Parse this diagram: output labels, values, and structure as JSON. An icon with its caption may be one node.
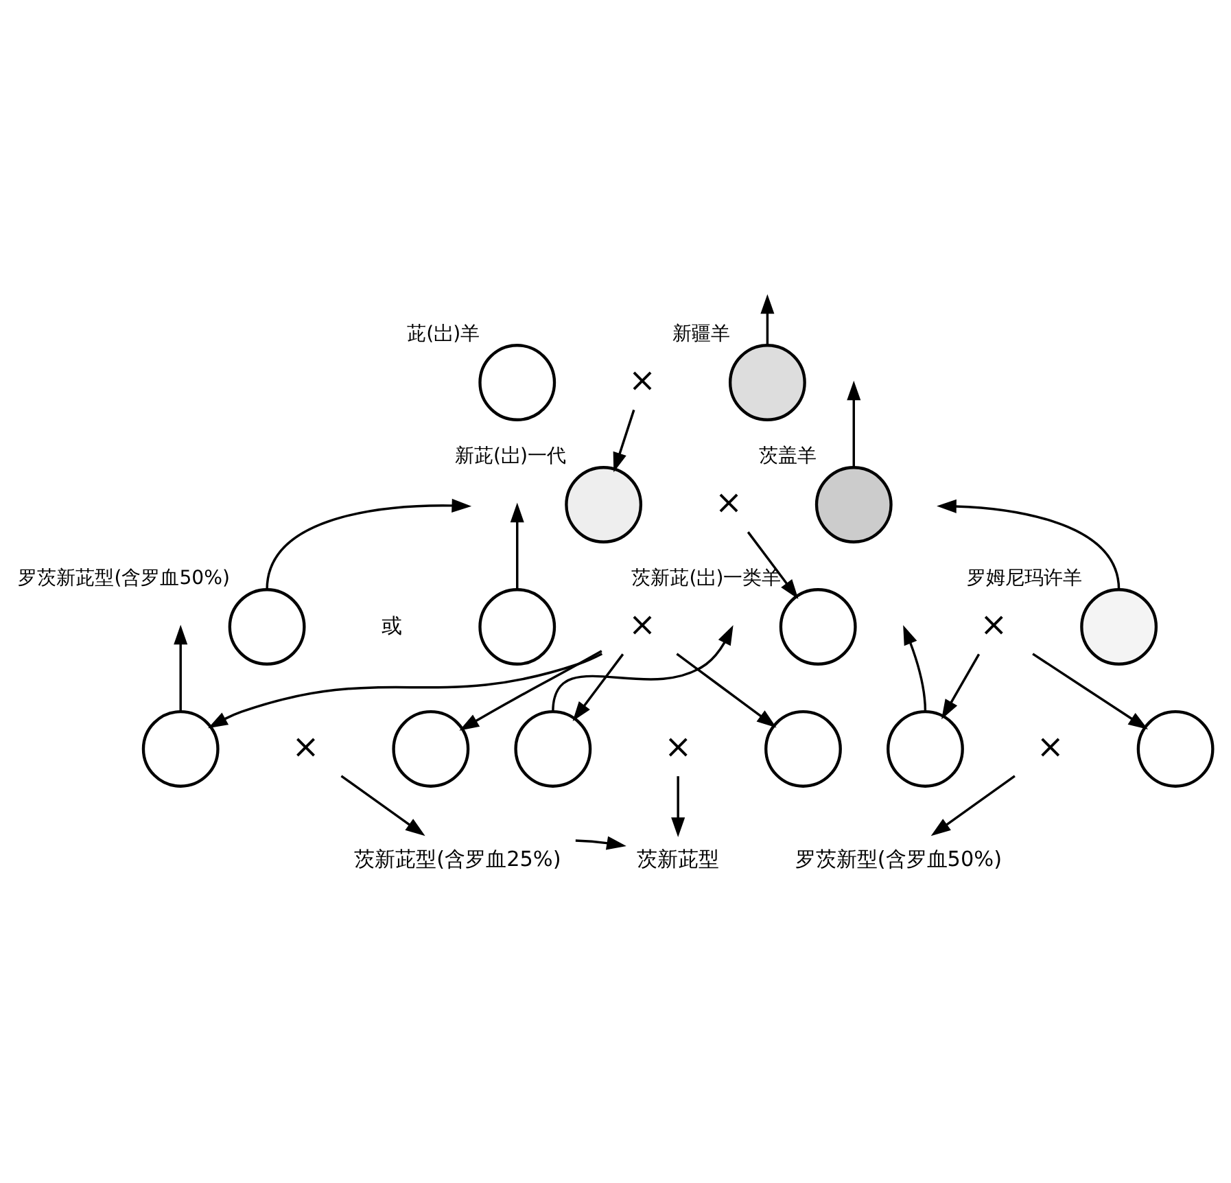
{
  "diagram": {
    "nodes": [
      {
        "text": [],
        "shape": "circle",
        "beside": [
          "茈(岀)羊"
        ]
      },
      {
        "text": [
          "×"
        ]
      },
      {
        "text": [],
        "shape": "circle",
        "beside": [
          "新疆羊"
        ]
      },
      {
        "text": [],
        "shape": "circle",
        "beside": [
          "新茈(岀)一代"
        ]
      },
      {
        "text": [
          "×"
        ]
      },
      {
        "text": [],
        "shape": "circle",
        "beside": [
          "茨盖羊"
        ]
      },
      {
        "text": [],
        "shape": "circle",
        "beside": [
          "罗茨新茈型(含罗血50%)"
        ]
      },
      {
        "text": [],
        "shape": "circle"
      },
      {
        "text": [
          "×"
        ]
      },
      {
        "text": [],
        "shape": "circle",
        "beside": [
          "茨新茈(岀)一类羊"
        ]
      },
      {
        "text": [
          "×"
        ]
      },
      {
        "text": [],
        "shape": "circle",
        "beside": [
          "罗姆尼玛许羊"
        ]
      },
      {
        "text": [],
        "shape": "circle"
      },
      {
        "text": [
          "×"
        ]
      },
      {
        "text": [],
        "shape": "circle"
      },
      {
        "text": [],
        "shape": "circle"
      },
      {
        "text": [
          "×"
        ]
      },
      {
        "text": [],
        "shape": "circle"
      },
      {
        "text": [],
        "shape": "circle"
      },
      {
        "text": [
          "×"
        ]
      },
      {
        "text": [],
        "shape": "circle"
      },
      {
        "text": [
          "茨新茈型(含罗血25%)"
        ]
      },
      {
        "text": [
          "茨新茈型"
        ]
      },
      {
        "text": [
          "罗茨新型(含罗血50%)"
        ]
      }
    ],
    "edges": [
      {
        "from": 1,
        "to": 3,
        "arrow": "to"
      },
      {
        "from": 2,
        "to": null,
        "arrow": "to"
      },
      {
        "from": 5,
        "to": null,
        "arrow": "to"
      },
      {
        "from": 4,
        "to": 9,
        "arrow": "to"
      },
      {
        "from": 6,
        "to": null,
        "arrow": "to"
      },
      {
        "from": 7,
        "to": null,
        "arrow": "to"
      },
      {
        "from": 11,
        "to": null,
        "arrow": "to"
      },
      {
        "from": 8,
        "to": 12,
        "arrow": "to"
      },
      {
        "from": 8,
        "to": 14,
        "arrow": "to"
      },
      {
        "from": 8,
        "to": 15,
        "arrow": "to"
      },
      {
        "from": 8,
        "to": 17,
        "arrow": "to"
      },
      {
        "from": 10,
        "to": 18,
        "arrow": "to"
      },
      {
        "from": 10,
        "to": 20,
        "arrow": "to"
      },
      {
        "from": 12,
        "to": null,
        "arrow": "to"
      },
      {
        "from": 15,
        "to": null,
        "arrow": "to"
      },
      {
        "from": 18,
        "to": null,
        "arrow": "to"
      },
      {
        "from": 13,
        "to": 21,
        "arrow": "to"
      },
      {
        "from": 16,
        "to": 22,
        "arrow": "to"
      },
      {
        "from": 19,
        "to": 23,
        "arrow": "to"
      },
      {
        "from": 21,
        "to": 22,
        "arrow": "to"
      }
    ],
    "labels": [
      "或"
    ]
  }
}
